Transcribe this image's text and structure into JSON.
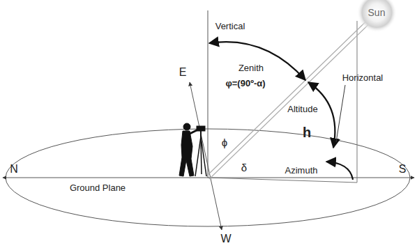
{
  "diagram": {
    "nodes": [
      {
        "text": [
          "Sun"
        ]
      }
    ],
    "labels": [
      "Vertical",
      "E",
      "Zenith",
      "φ=(90º-α)",
      "Altitude",
      "Horizontal",
      "h",
      "ϕ",
      "Azimuth",
      "N",
      "δ",
      "S",
      "Ground Plane",
      "W"
    ]
  }
}
